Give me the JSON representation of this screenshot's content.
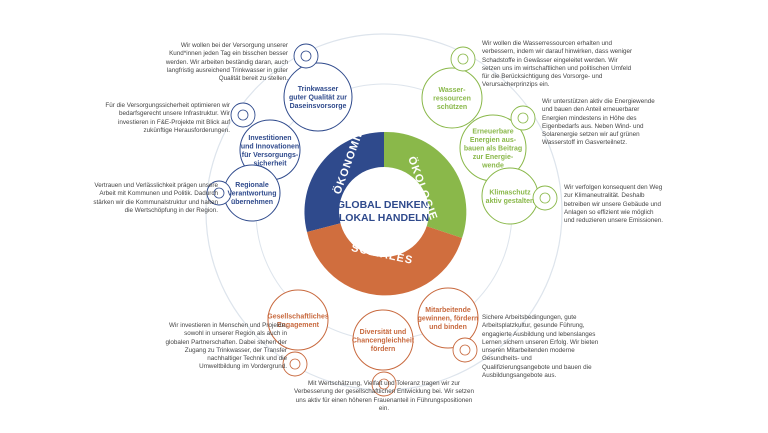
{
  "center": {
    "line1": "GLOBAL DENKEN,",
    "line2": "LOKAL HANDELN"
  },
  "segments": {
    "oekonomie": "ÖKONOMIE",
    "oekologie": "ÖKOLOGIE",
    "soziales": "SOZIALES"
  },
  "colors": {
    "oekonomie": "#2f4a8c",
    "oekologie": "#8ab84a",
    "soziales": "#c8693e"
  },
  "bubbles": {
    "trinkwasser": [
      "Trinkwasser",
      "guter Qualität zur",
      "Daseinsvorsorge"
    ],
    "investitionen": [
      "Investitionen",
      "und Innovationen",
      "für Versorgungs-",
      "sicherheit"
    ],
    "regionale": [
      "Regionale",
      "Verantwortung",
      "übernehmen"
    ],
    "wasser": [
      "Wasser-",
      "ressourcen",
      "schützen"
    ],
    "erneuerbare": [
      "Erneuerbare",
      "Energien aus-",
      "bauen als Beitrag",
      "zur Energie-",
      "wende"
    ],
    "klimaschutz": [
      "Klimaschutz",
      "aktiv gestalten"
    ],
    "gesellschaft": [
      "Gesellschaftliches",
      "Engagement"
    ],
    "diversitaet": [
      "Diversität und",
      "Chancengleichheit",
      "fördern"
    ],
    "mitarbeitende": [
      "Mitarbeitende",
      "gewinnen, fördern",
      "und binden"
    ]
  },
  "texts": {
    "trinkwasser": "Wir wollen bei der Versorgung unserer Kund*innen jeden Tag ein bisschen besser werden. Wir arbeiten beständig daran, auch langfristig ausreichend Trinkwasser in guter Qualität bereit zu stellen.",
    "investitionen": "Für die Versorgungssicherheit optimieren wir bedarfsgerecht unsere Infrastruktur. Wir investieren in F&E-Projekte mit Blick auf zukünftige Herausforderungen.",
    "regionale": "Vertrauen und Verlässlichkeit prägen unsere Arbeit mit Kommunen und Politik. Dadurch stärken wir die Kommunalstruktur und halten die Wertschöpfung in der Region.",
    "wasser": "Wir wollen die Wasserressourcen erhalten und verbessern, indem wir darauf hinwirken, dass weniger Schadstoffe in Gewässer eingeleitet werden. Wir setzen uns im wirtschaftlichen und politischen Umfeld für die Berücksichtigung des Vorsorge- und Verursacherprinzips ein.",
    "erneuerbare": "Wir unterstützen aktiv die Energiewende und bauen den Anteil erneuerbarer Energien mindestens in Höhe des Eigenbedarfs aus. Neben Wind- und Solarenergie setzen wir auf grünen Wasserstoff im Gasverteilnetz.",
    "klimaschutz": "Wir verfolgen konsequent den Weg zur Klimaneutralität. Deshalb betreiben wir unsere Gebäude und Anlagen so effizient wie möglich und reduzieren unsere Emissionen.",
    "gesellschaft": "Wir investieren in Menschen und Projekte, sowohl in unserer Region als auch in globalen Partnerschaften. Dabei stehen der Zugang zu Trinkwasser, der Transfer nachhaltiger Technik und die Umweltbildung im Vordergrund.",
    "mitarbeitende": "Sichere Arbeitsbedingungen, gute Arbeitsplatzkultur, gesunde Führung, engagierte Ausbildung und lebenslanges Lernen sichern unseren Erfolg. Wir bieten unseren Mitarbeitenden moderne Gesundheits- und Qualifizierungsangebote und bauen die Ausbildungsangebote aus.",
    "diversitaet": "Mit Wertschätzung, Vielfalt und Toleranz tragen wir zur Verbesserung der gesellschaftlichen Entwicklung bei. Wir setzen uns aktiv für einen höheren Frauenanteil in Führungspositionen ein."
  }
}
